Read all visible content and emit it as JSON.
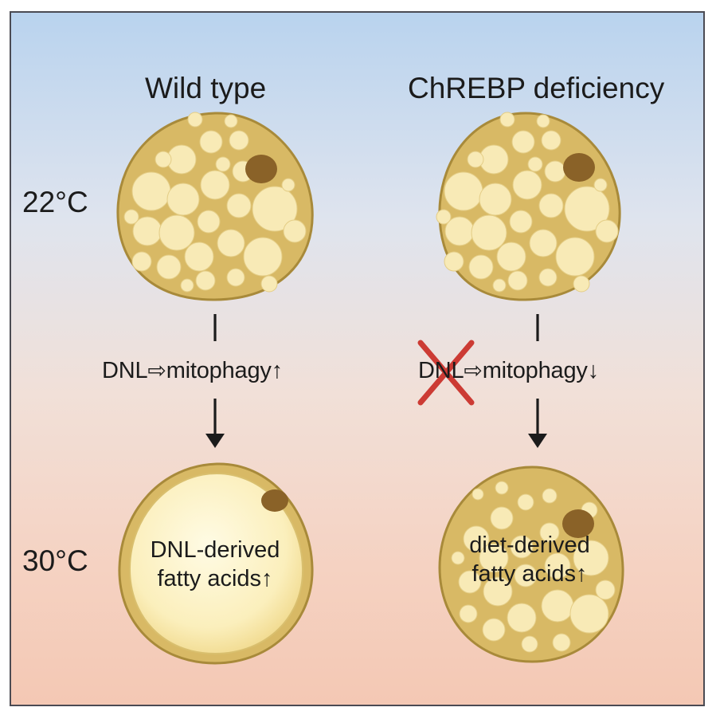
{
  "columns": {
    "left_title": "Wild type",
    "right_title": "ChREBP deficiency"
  },
  "temperatures": {
    "top": "22°C",
    "bottom": "30°C"
  },
  "pathways": {
    "left": {
      "dnl": "DNL",
      "arrow": "⇨",
      "mito": "mitophagy",
      "change": "↑"
    },
    "right": {
      "dnl": "DNL",
      "arrow": "⇨",
      "mito": "mitophagy",
      "change": "↓",
      "blocked": true
    }
  },
  "cell_labels": {
    "left_bottom_line1": "DNL-derived",
    "left_bottom_line2": "fatty acids",
    "left_bottom_arrow": "↑",
    "right_bottom_line1": "diet-derived",
    "right_bottom_line2": "fatty acids",
    "right_bottom_arrow": "↑"
  },
  "colors": {
    "cell_fill": "#d8b965",
    "cell_border": "#a88a3a",
    "droplet": "#f8eab6",
    "nucleus": "#8a6228",
    "cross": "#cc3b34",
    "frame": "#4b4b53"
  }
}
